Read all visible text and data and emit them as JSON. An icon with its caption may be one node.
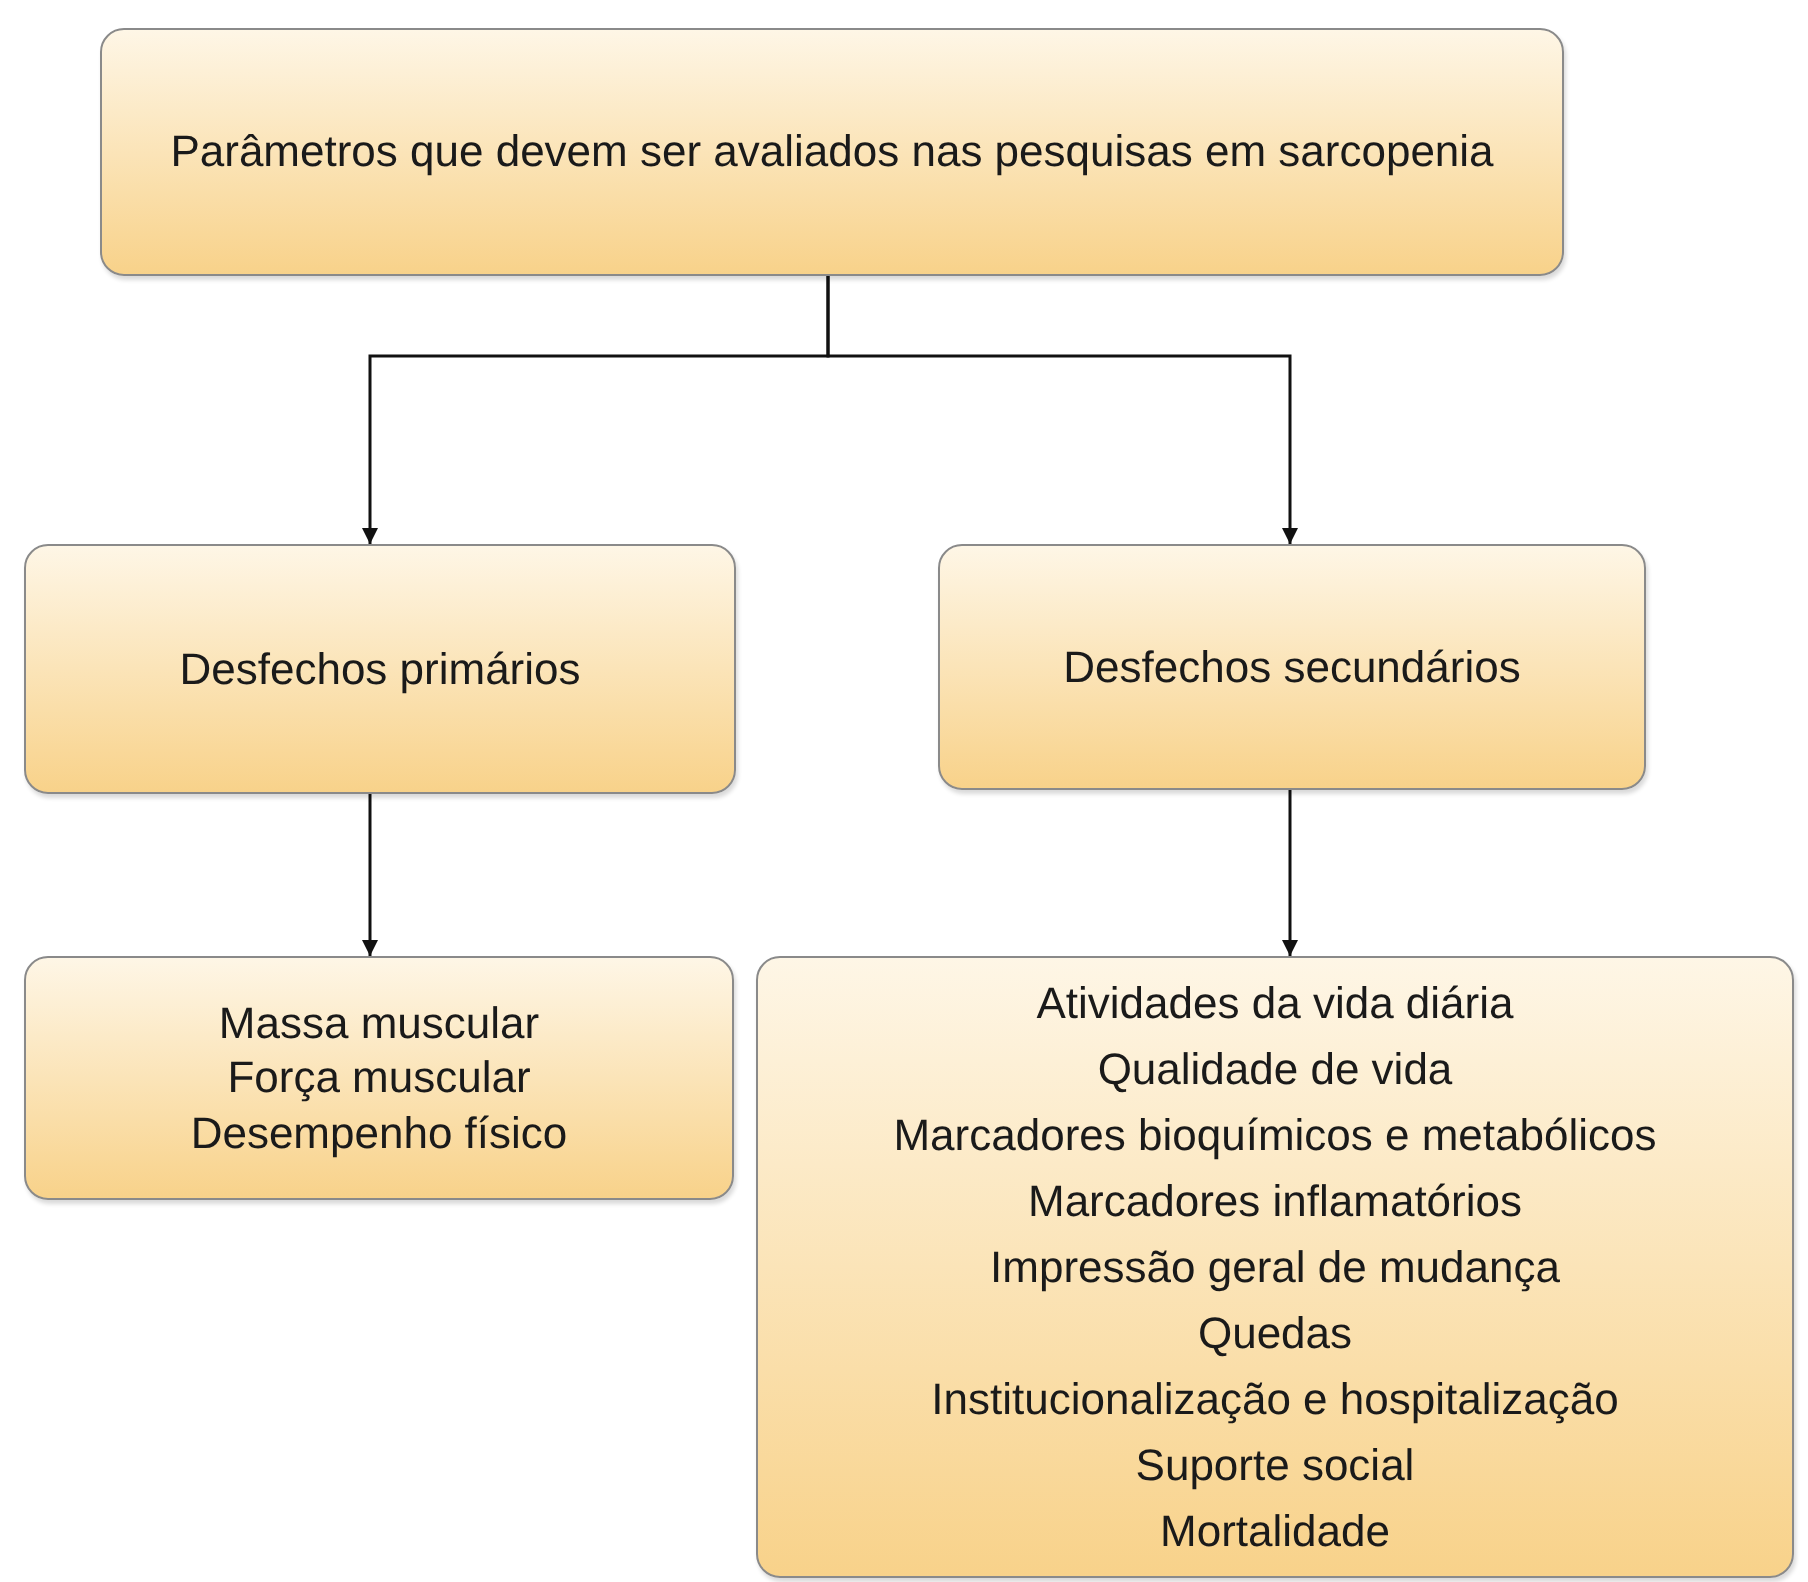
{
  "diagram": {
    "nodes": [
      {
        "text": [
          "Parâmetros que devem ser avaliados nas pesquisas em sarcopenia"
        ]
      },
      {
        "text": [
          "Desfechos primários"
        ]
      },
      {
        "text": [
          "Desfechos secundários"
        ]
      },
      {
        "text": [
          "Massa muscular",
          "Força muscular",
          "Desempenho físico"
        ]
      },
      {
        "text": [
          "Atividades da vida diária",
          "Qualidade de vida",
          "Marcadores bioquímicos e metabólicos",
          "Marcadores inflamatórios",
          "Impressão geral de mudança",
          "Quedas",
          "Institucionalização e hospitalização",
          "Suporte social",
          "Mortalidade"
        ]
      }
    ],
    "edges": [
      {
        "from": 0,
        "to": 1,
        "arrow": "to"
      },
      {
        "from": 0,
        "to": 2,
        "arrow": "to"
      },
      {
        "from": 1,
        "to": 3,
        "arrow": "to"
      },
      {
        "from": 2,
        "to": 4,
        "arrow": "to"
      }
    ]
  }
}
